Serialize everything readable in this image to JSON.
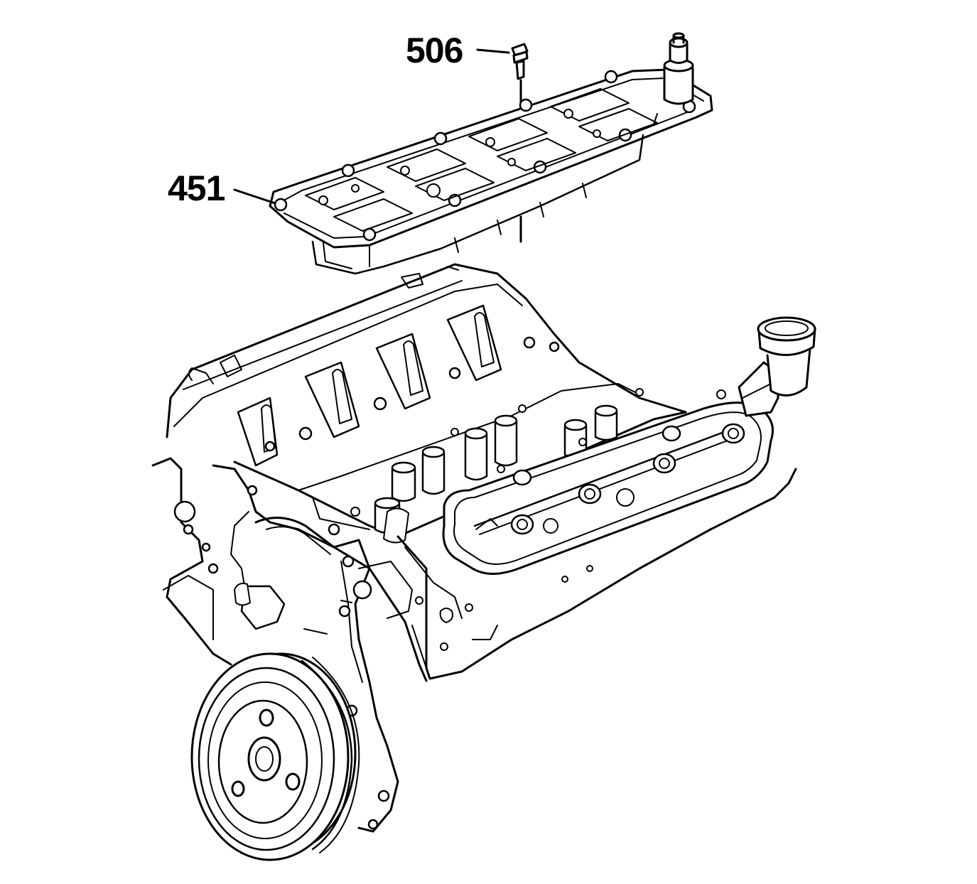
{
  "diagram": {
    "callouts": [
      {
        "id": "506",
        "label": "506",
        "part": "bolt"
      },
      {
        "id": "451",
        "label": "451",
        "part": "valve-lifter-oil-manifold"
      }
    ],
    "colors": {
      "line": "#000000",
      "background": "#ffffff"
    },
    "icons": [
      "bolt-icon",
      "valley-cover-assembly-icon",
      "engine-block-icon",
      "crankshaft-balancer-icon",
      "oil-fill-cap-icon"
    ]
  }
}
